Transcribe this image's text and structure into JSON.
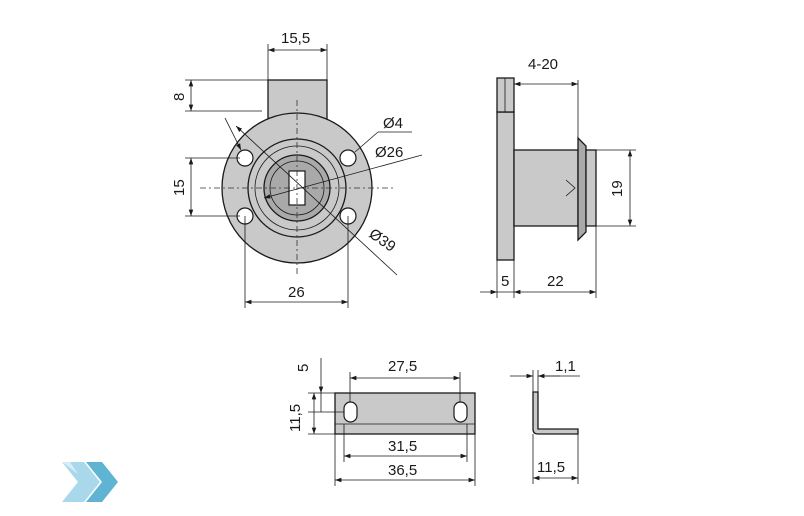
{
  "front_view": {
    "width_top": "15,5",
    "tab_height": "8",
    "hole_dia": "Ø4",
    "cylinder_dia": "Ø26",
    "hole_spacing_v": "15",
    "flange_dia": "Ø39",
    "hole_spacing_h": "26"
  },
  "side_view": {
    "thickness_range": "4-20",
    "body_height": "19",
    "flange_thickness": "5",
    "body_length": "22"
  },
  "plate_view": {
    "edge_height": "5",
    "slot_spacing": "27,5",
    "plate_height": "11,5",
    "inner_length": "31,5",
    "total_length": "36,5"
  },
  "bracket_view": {
    "thickness": "1,1",
    "leg_length": "11,5"
  },
  "colors": {
    "part": "#c9c9c9",
    "part_dark": "#a9a9a9",
    "logo_light": "#a8d8ea",
    "logo_dark": "#5fb3d3"
  },
  "logo": "arrow-logo-icon"
}
